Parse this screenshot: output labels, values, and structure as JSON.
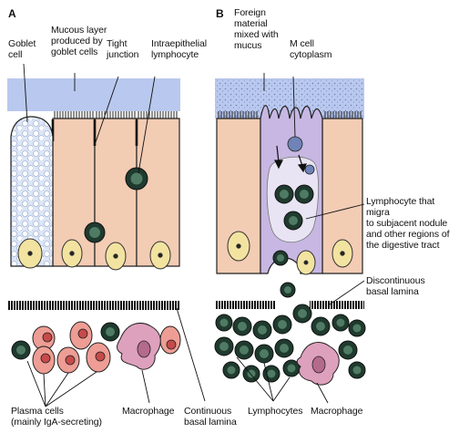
{
  "panels": [
    {
      "letter": "A"
    },
    {
      "letter": "B"
    }
  ],
  "labels": {
    "goblet_cell": "Goblet\ncell",
    "mucous_layer": "Mucous layer\nproduced by\ngoblet cells",
    "tight_junction": "Tight\njunction",
    "intraepithelial_lymphocyte": "Intraepithelial\nlymphocyte",
    "foreign_material": "Foreign\nmaterial\nmixed with\nmucus",
    "m_cell_cytoplasm": "M cell\ncytoplasm",
    "lymphocyte_migrating": "Lymphocyte that migra\nto subjacent nodule\nand other regions of\nthe digestive tract",
    "discontinuous_basal_lamina": "Discontinuous\nbasal lamina",
    "plasma_cells": "Plasma cells\n(mainly IgA-secreting)",
    "macrophage_a": "Macrophage",
    "continuous_basal_lamina": "Continuous\nbasal lamina",
    "lymphocytes": "Lymphocytes",
    "macrophage_b": "Macrophage"
  },
  "colors": {
    "mucus": "#b9c8ee",
    "epithelial_cell": "#f3ccb4",
    "goblet_cell": "#dce6f7",
    "m_cell": "#c7b7e2",
    "nucleus": "#f2e3a0",
    "plasma_cell": "#ee9d94",
    "macrophage": "#dea1bd",
    "lymphocyte": "#1f3a2e",
    "basal_lamina": "#111111",
    "outline": "#222222"
  }
}
